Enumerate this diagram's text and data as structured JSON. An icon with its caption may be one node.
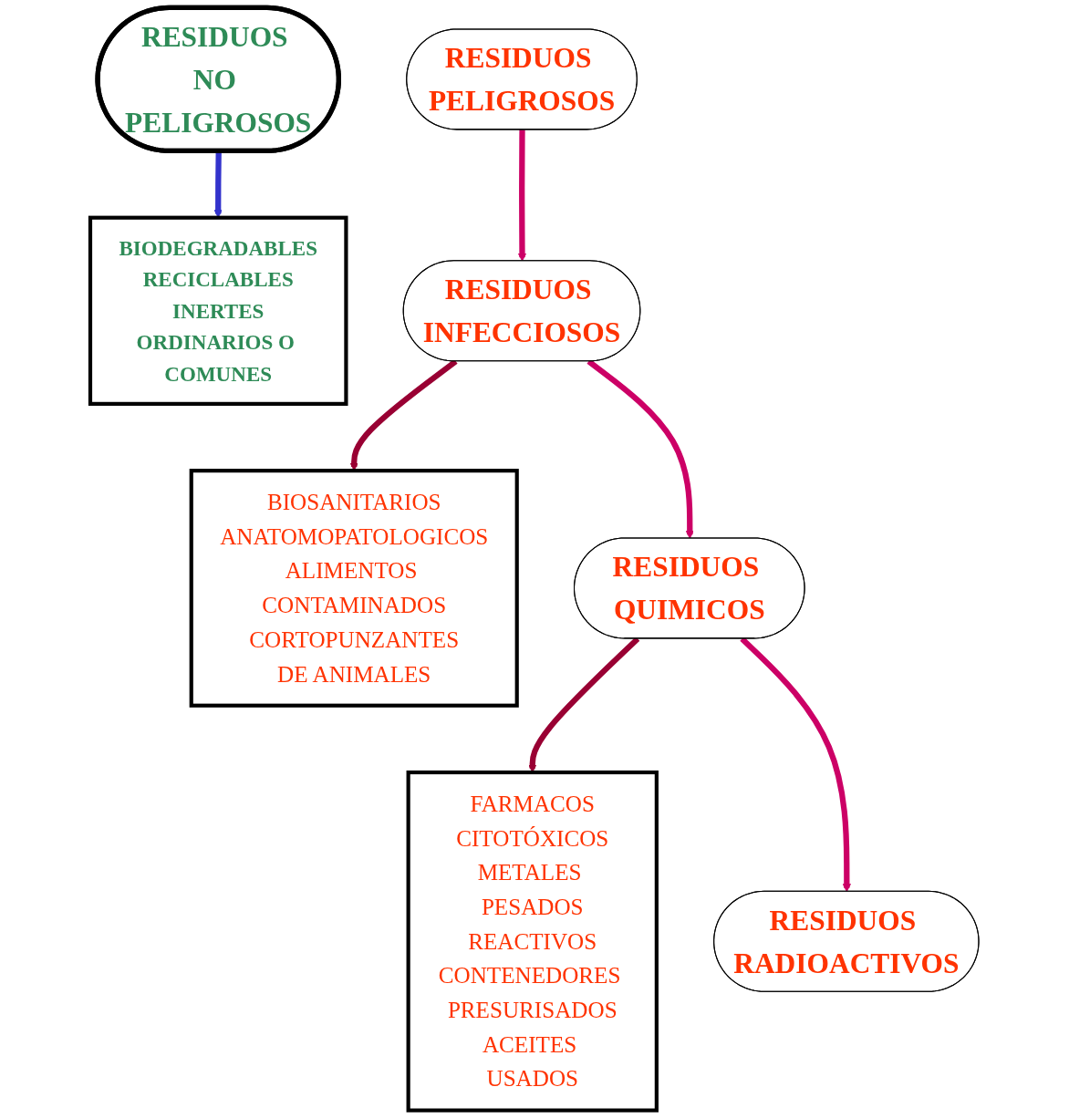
{
  "diagram": {
    "nodes": [
      {
        "text": [
          "RESIDUOS NO PELIGROSOS"
        ]
      },
      {
        "text": [
          "BIODEGRADABLES",
          "RECICLABLES",
          "INERTES",
          "ORDINARIOS O COMUNES"
        ]
      },
      {
        "text": [
          "RESIDUOS PELIGROSOS"
        ]
      },
      {
        "text": [
          "RESIDUOS INFECCIOSOS"
        ]
      },
      {
        "text": [
          "BIOSANITARIOS",
          "ANATOMOPATOLOGICOS",
          "ALIMENTOS CONTAMINADOS",
          "CORTOPUNZANTES",
          "DE ANIMALES"
        ]
      },
      {
        "text": [
          "RESIDUOS QUIMICOS"
        ]
      },
      {
        "text": [
          "FARMACOS",
          "CITOTÓXICOS",
          "METALES PESADOS",
          "REACTIVOS",
          "CONTENEDORES PRESURISADOS",
          "ACEITES USADOS"
        ]
      },
      {
        "text": [
          "RESIDUOS RADIOACTIVOS"
        ]
      }
    ],
    "edges": [
      {
        "from": 0,
        "to": 1,
        "arrow": "to",
        "color": "#3333cc"
      },
      {
        "from": 2,
        "to": 3,
        "arrow": "to",
        "color": "#cc0066"
      },
      {
        "from": 3,
        "to": 4,
        "arrow": "to",
        "color": "#990033"
      },
      {
        "from": 3,
        "to": 5,
        "arrow": "to",
        "color": "#cc0066"
      },
      {
        "from": 5,
        "to": 6,
        "arrow": "to",
        "color": "#990033"
      },
      {
        "from": 5,
        "to": 7,
        "arrow": "to",
        "color": "#cc0066"
      }
    ]
  }
}
